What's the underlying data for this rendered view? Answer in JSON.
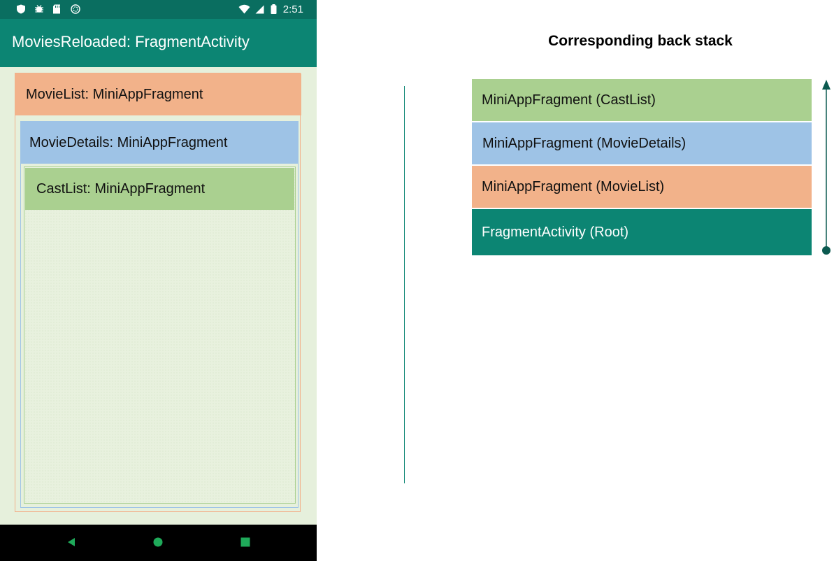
{
  "phone": {
    "status_bar": {
      "time": "2:51",
      "left_icons": [
        "shield-icon",
        "bug-icon",
        "sd-card-icon",
        "sync-icon"
      ],
      "right_icons": [
        "wifi-icon",
        "signal-icon",
        "battery-icon"
      ]
    },
    "app_bar": {
      "title": "MoviesReloaded: FragmentActivity"
    },
    "fragments": {
      "movie_list": "MovieList: MiniAppFragment",
      "movie_details": "MovieDetails: MiniAppFragment",
      "cast_list": "CastList: MiniAppFragment"
    },
    "nav_bar": {
      "buttons": [
        "back-icon",
        "home-icon",
        "recents-icon"
      ]
    }
  },
  "back_stack": {
    "title": "Corresponding back stack",
    "items": [
      "MiniAppFragment (CastList)",
      "MiniAppFragment (MovieDetails)",
      "MiniAppFragment (MovieList)",
      "FragmentActivity (Root)"
    ]
  },
  "colors": {
    "teal": "#0c8573",
    "teal_dark": "#0a6e60",
    "orange": "#f2b28a",
    "blue": "#9ec3e6",
    "green": "#aad090",
    "background": "#e6f0dc"
  }
}
